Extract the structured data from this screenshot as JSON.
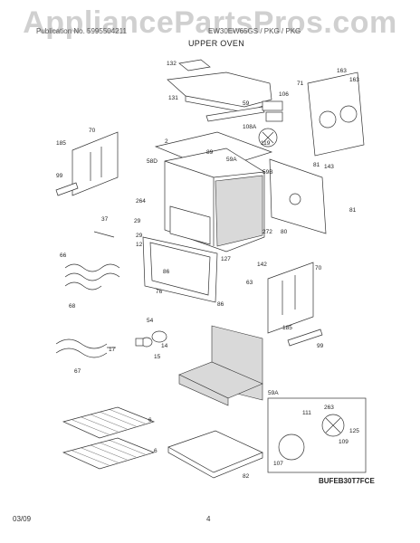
{
  "watermark": "AppliancePartsPros.com",
  "header": {
    "line": "Publication No. 5995504211",
    "model": "EW30EW65GS / PKG / PKG",
    "section_title": "UPPER OVEN"
  },
  "figure_code": "BUFEB30T7FCE",
  "footer": {
    "date": "03/09",
    "page": "4"
  },
  "part_labels": [
    "132",
    "131",
    "163",
    "163",
    "71",
    "106",
    "59",
    "108A",
    "119",
    "2",
    "89",
    "59A",
    "59B",
    "58D",
    "81",
    "143",
    "185",
    "70",
    "99",
    "264",
    "29",
    "29",
    "12",
    "272",
    "80",
    "81",
    "37",
    "66",
    "68",
    "86",
    "127",
    "142",
    "63",
    "70",
    "76",
    "86",
    "185",
    "54",
    "17",
    "14",
    "15",
    "99",
    "67",
    "59A",
    "263",
    "111",
    "125",
    "109",
    "107",
    "6",
    "6",
    "82"
  ]
}
